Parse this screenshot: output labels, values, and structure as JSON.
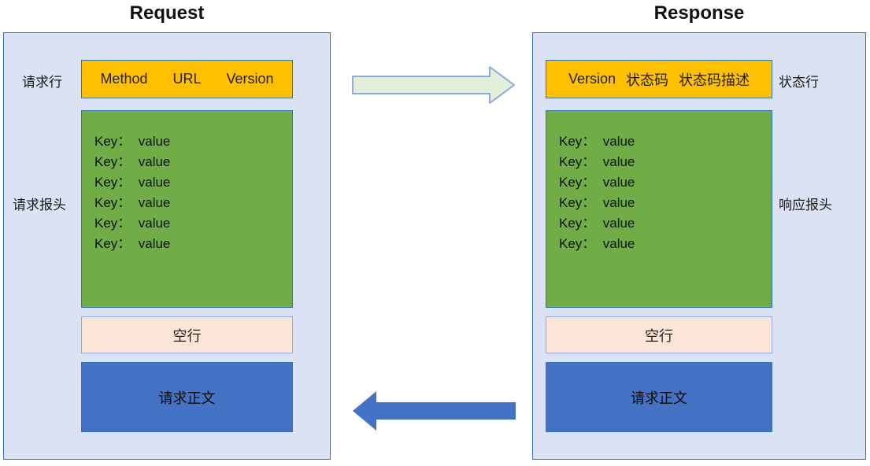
{
  "request": {
    "title": "Request",
    "line_label": "请求行",
    "line_tokens": [
      "Method",
      "URL",
      "Version"
    ],
    "headers_label": "请求报头",
    "headers": [
      "Key：  value",
      "Key：  value",
      "Key：  value",
      "Key：  value",
      "Key：  value",
      "Key：  value"
    ],
    "blank_line": "空行",
    "body": "请求正文"
  },
  "response": {
    "title": "Response",
    "line_label": "状态行",
    "line_tokens": [
      "Version",
      "状态码",
      "状态码描述"
    ],
    "headers_label": "响应报头",
    "headers": [
      "Key：  value",
      "Key：  value",
      "Key：  value",
      "Key：  value",
      "Key：  value",
      "Key：  value"
    ],
    "blank_line": "空行",
    "body": "请求正文"
  },
  "colors": {
    "panel-bg": "#DAE2F3",
    "panel-border": "#2E75B6",
    "box-border": "#2E75B6",
    "orange": "#FFC000",
    "green": "#70AD47",
    "peach": "#FBE5D6",
    "peach-border": "#8FAADC",
    "blue": "#4472C4",
    "arrow-green-fill": "#E2EFDA",
    "arrow-green-border": "#8FAADC",
    "arrow-blue-fill": "#4472C4"
  }
}
